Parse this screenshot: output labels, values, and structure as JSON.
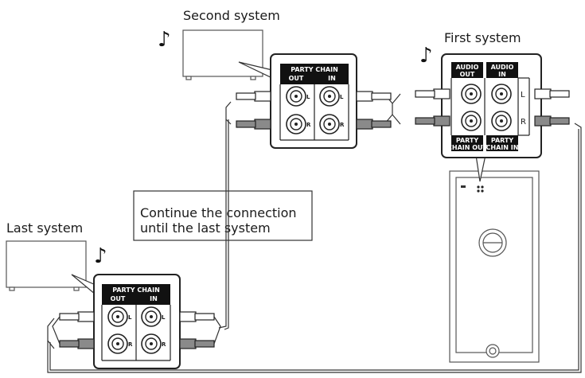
{
  "labels": {
    "second_system": "Second system",
    "first_system": "First system",
    "last_system": "Last system",
    "continue_line1": "Continue the connection",
    "continue_line2": "until the last system"
  },
  "panels": {
    "party_chain": "PARTY CHAIN",
    "out": "OUT",
    "in": "IN",
    "audio": "AUDIO",
    "party": "PARTY",
    "chain_out": "CHAIN OUT",
    "chain_in": "CHAIN IN",
    "left": "L",
    "right": "R"
  },
  "icons": {
    "music_note": "♪"
  }
}
